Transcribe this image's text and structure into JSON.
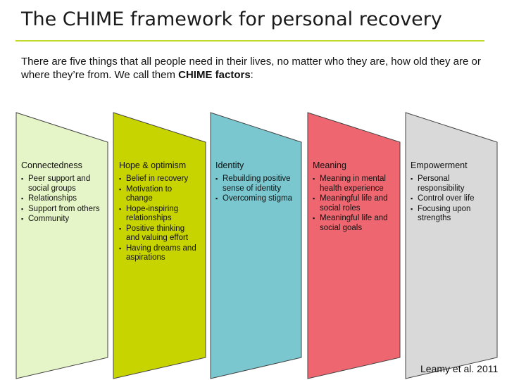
{
  "title": "The CHIME framework for personal recovery",
  "intro": {
    "text": "There are five things that all people need in their lives, no matter who they are, how old they are or where they’re from.  We call them ",
    "emphasis": "CHIME factors",
    "suffix": ":"
  },
  "factors": [
    {
      "heading": "Connectedness",
      "color": "#e6f5c8",
      "items": [
        "Peer support and social groups",
        "Relationships",
        "Support from others",
        "Community"
      ]
    },
    {
      "heading": "Hope & optimism",
      "color": "#c8d400",
      "items": [
        "Belief in recovery",
        "Motivation to change",
        "Hope-inspiring relationships",
        "Positive thinking and valuing effort",
        "Having dreams and aspirations"
      ]
    },
    {
      "heading": "Identity",
      "color": "#7ac7cf",
      "items": [
        "Rebuilding positive sense of identity",
        "Overcoming stigma"
      ]
    },
    {
      "heading": "Meaning",
      "color": "#ee6670",
      "items": [
        "Meaning in mental health experience",
        "Meaningful life and social roles",
        "Meaningful life and social goals"
      ]
    },
    {
      "heading": "Empowerment",
      "color": "#d9d9d9",
      "items": [
        "Personal responsibility",
        "Control over life",
        "Focusing upon strengths"
      ]
    }
  ],
  "credit": "Leamy et al. 2011"
}
